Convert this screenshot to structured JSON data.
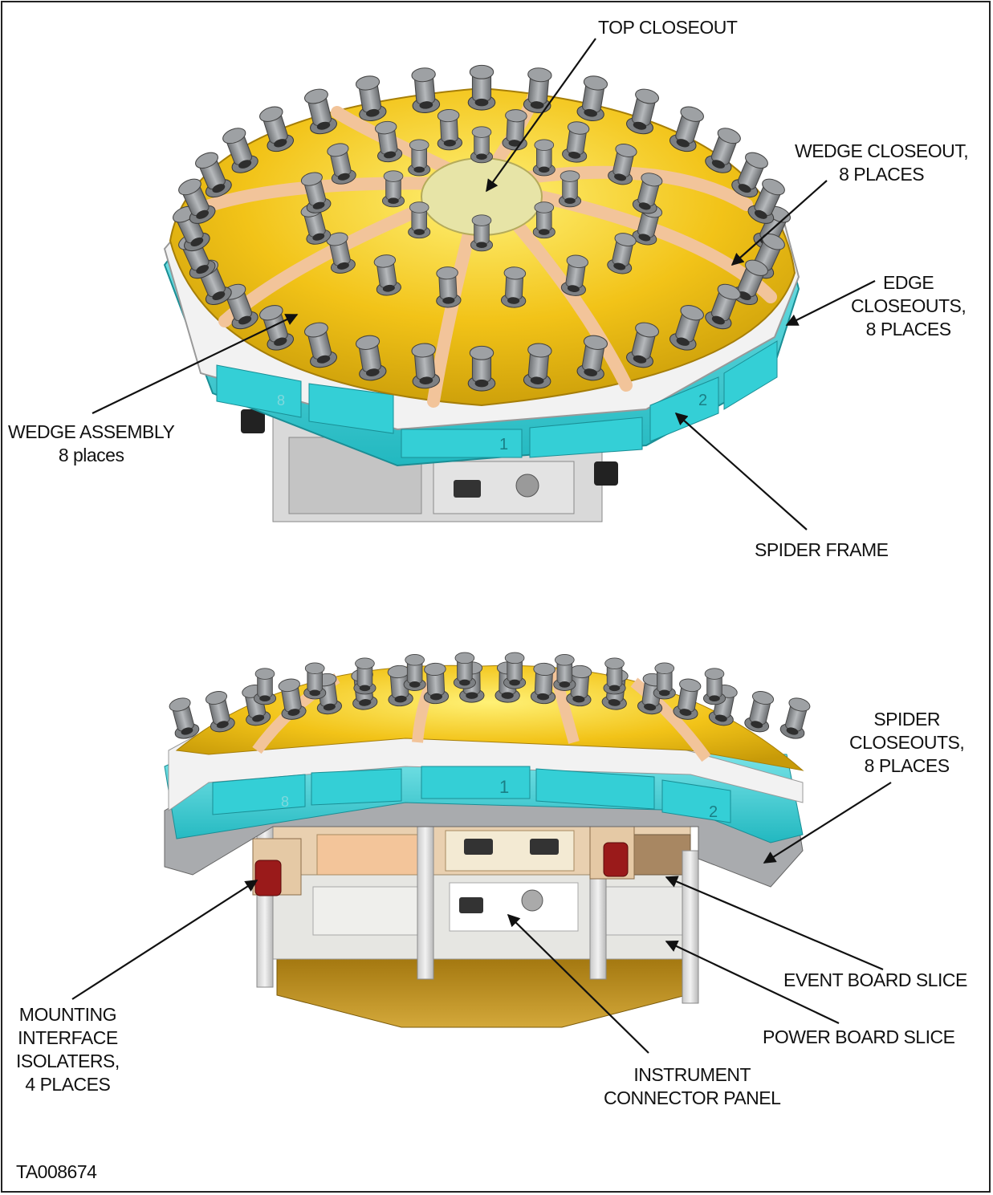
{
  "figure_id": "TA008674",
  "labels": {
    "top_closeout": "TOP CLOSEOUT",
    "wedge_closeout": [
      "WEDGE CLOSEOUT,",
      "8 PLACES"
    ],
    "edge_closeouts": [
      "EDGE",
      "CLOSEOUTS,",
      "8 PLACES"
    ],
    "wedge_assembly": [
      "WEDGE ASSEMBLY",
      "8 places"
    ],
    "spider_frame": "SPIDER FRAME",
    "spider_closeouts": [
      "SPIDER",
      "CLOSEOUTS,",
      "8 PLACES"
    ],
    "event_board_slice": "EVENT BOARD SLICE",
    "power_board_slice": "POWER BOARD SLICE",
    "instrument_connector_panel": [
      "INSTRUMENT",
      "CONNECTOR PANEL"
    ],
    "mounting_interface_isolaters": [
      "MOUNTING",
      "INTERFACE",
      "ISOLATERS,",
      "4 PLACES"
    ]
  },
  "panel_numbers": {
    "top_front": "1",
    "top_right": "2",
    "top_left": "8",
    "bottom_front": "1",
    "bottom_right": "2",
    "bottom_left": "8"
  },
  "colors": {
    "wedge_yellow": "#f2c318",
    "closeout_peach": "#f2c49a",
    "frame_cyan": "#34cfd6",
    "frame_white": "#f2f2f2",
    "bottom_gold": "#b48618",
    "isolater_red": "#9a1a1a",
    "detector_gray": "#8a8d90"
  }
}
